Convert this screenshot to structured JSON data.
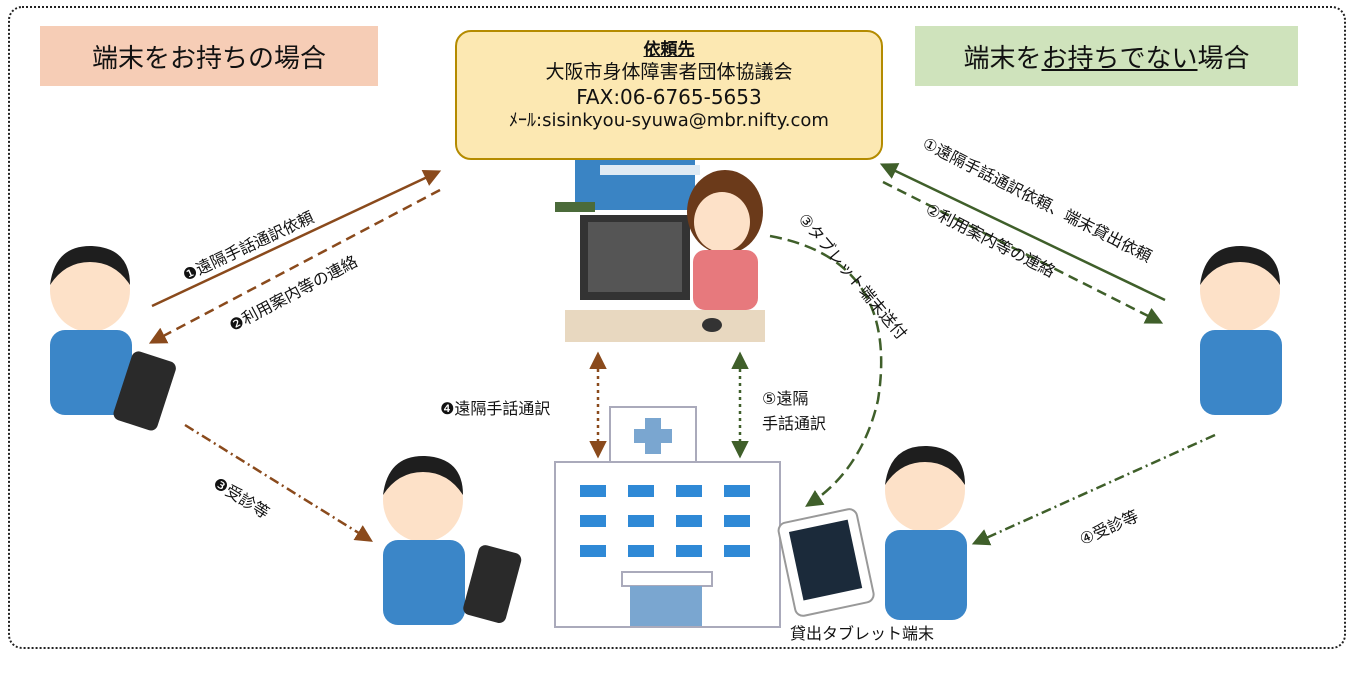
{
  "header_left": "端末をお持ちの場合",
  "header_right": {
    "pre": "端末を",
    "underlined": "お持ちでない",
    "post": "場合"
  },
  "client": {
    "title": "依頼先",
    "name": "大阪市身体障害者団体協議会",
    "fax": "FAX:06-6765-5653",
    "mail": "ﾒｰﾙ:sisinkyou-syuwa@mbr.nifty.com"
  },
  "labels": {
    "l1": "❶遠隔手話通訳依頼",
    "l2": "❷利用案内等の連絡",
    "l3": "❸受診等",
    "l4": "❹遠隔手話通訳",
    "r1": "①遠隔手話通訳依頼、端末貸出依頼",
    "r2": "②利用案内等の連絡",
    "r3": "③タブレット端末送付",
    "r4": "④受診等",
    "r5a": "⑤遠隔",
    "r5b": "手話通訳",
    "tablet": "貸出タブレット端末"
  },
  "colors": {
    "brown": "#8a4a1c",
    "green": "#3f5f2a"
  }
}
